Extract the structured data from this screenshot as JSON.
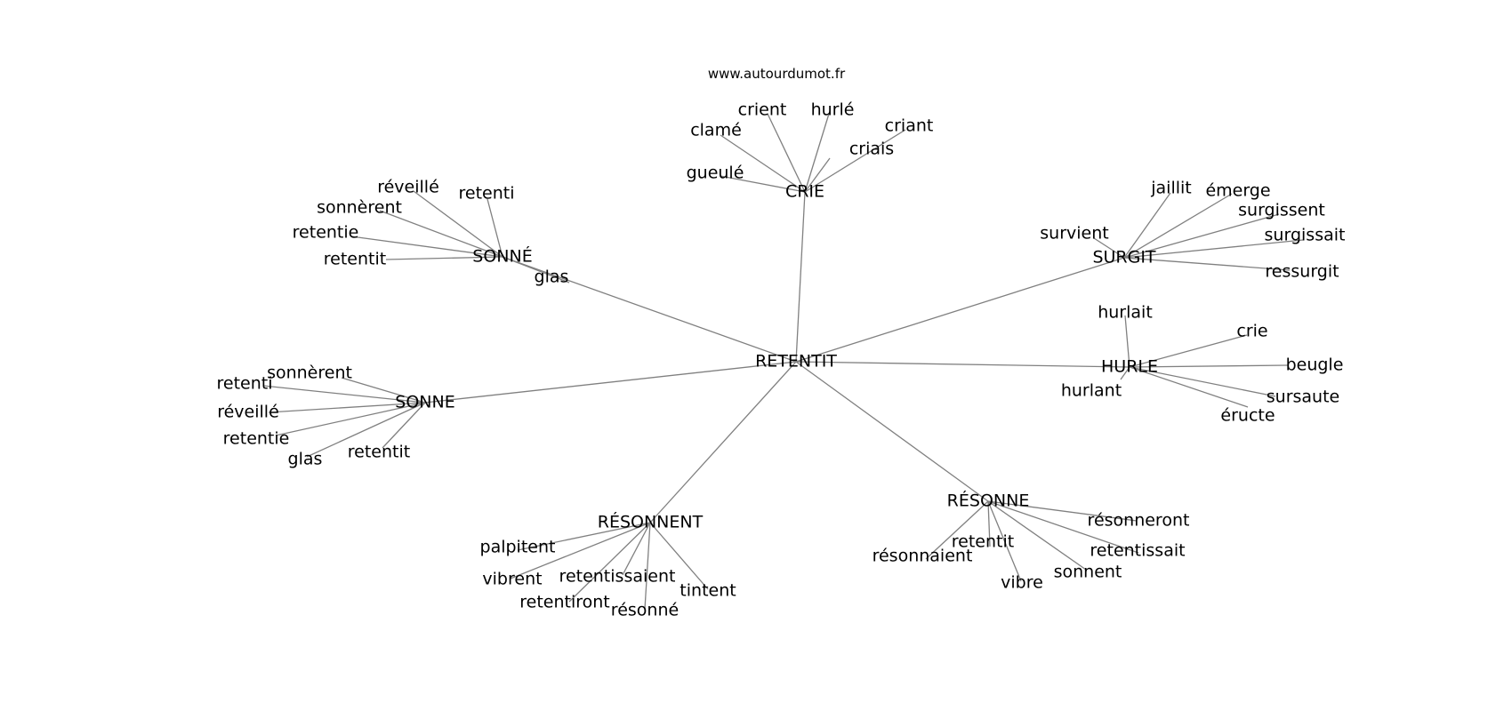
{
  "source": "www.autourdumot.fr",
  "graph": {
    "center": "RETENTIT",
    "hubs": [
      {
        "name": "CRIE",
        "words": [
          "gueulé",
          "clamé",
          "crient",
          "hurlé",
          "criais",
          "criant"
        ]
      },
      {
        "name": "SONNÉ",
        "words": [
          "retentit",
          "retentie",
          "sonnèrent",
          "réveillé",
          "retenti",
          "glas"
        ]
      },
      {
        "name": "SURGIT",
        "words": [
          "survient",
          "jaillit",
          "émerge",
          "surgissent",
          "surgissait",
          "ressurgit"
        ]
      },
      {
        "name": "HURLE",
        "words": [
          "hurlait",
          "crie",
          "beugle",
          "sursaute",
          "éructe",
          "hurlant"
        ]
      },
      {
        "name": "SONNE",
        "words": [
          "sonnèrent",
          "retenti",
          "réveillé",
          "retentie",
          "glas",
          "retentit"
        ]
      },
      {
        "name": "RÉSONNENT",
        "words": [
          "palpitent",
          "vibrent",
          "retentiront",
          "retentissaient",
          "résonné",
          "tintent"
        ]
      },
      {
        "name": "RÉSONNE",
        "words": [
          "résonnaient",
          "retentit",
          "vibre",
          "sonnent",
          "retentissait",
          "résonneront"
        ]
      }
    ]
  }
}
